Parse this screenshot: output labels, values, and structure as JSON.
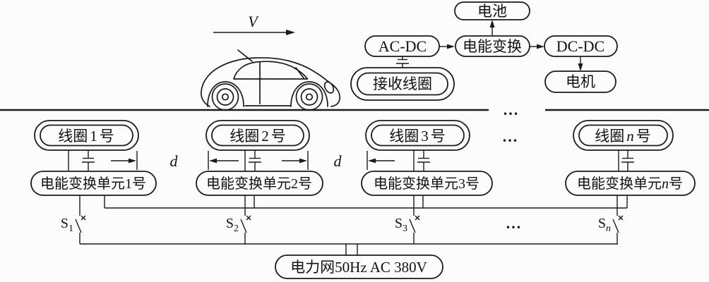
{
  "velocity_label": "V",
  "spacing_label": "d",
  "ellipsis": "...",
  "onboard": {
    "battery": "电池",
    "ac_dc": "AC-DC",
    "power_conversion": "电能变换",
    "dc_dc": "DC-DC",
    "motor": "电机",
    "receiving_coil": "接收线圈"
  },
  "coils": [
    {
      "prefix": "线圈",
      "num": "1",
      "suffix": "号"
    },
    {
      "prefix": "线圈",
      "num": "2",
      "suffix": "号"
    },
    {
      "prefix": "线圈",
      "num": "3",
      "suffix": "号"
    },
    {
      "prefix": "线圈",
      "num": "n",
      "suffix": "号"
    }
  ],
  "units": [
    {
      "prefix": "电能变换单元",
      "num": "1",
      "suffix": "号"
    },
    {
      "prefix": "电能变换单元",
      "num": "2",
      "suffix": "号"
    },
    {
      "prefix": "电能变换单元",
      "num": "3",
      "suffix": "号"
    },
    {
      "prefix": "电能变换单元",
      "num": "n",
      "suffix": "号"
    }
  ],
  "switches": [
    {
      "base": "S",
      "sub": "1"
    },
    {
      "base": "S",
      "sub": "2"
    },
    {
      "base": "S",
      "sub": "3"
    },
    {
      "base": "S",
      "sub": "n"
    }
  ],
  "grid": "电力网50Hz AC 380V",
  "colors": {
    "line": "#1a1a1a",
    "background": "#fcfcfc"
  }
}
